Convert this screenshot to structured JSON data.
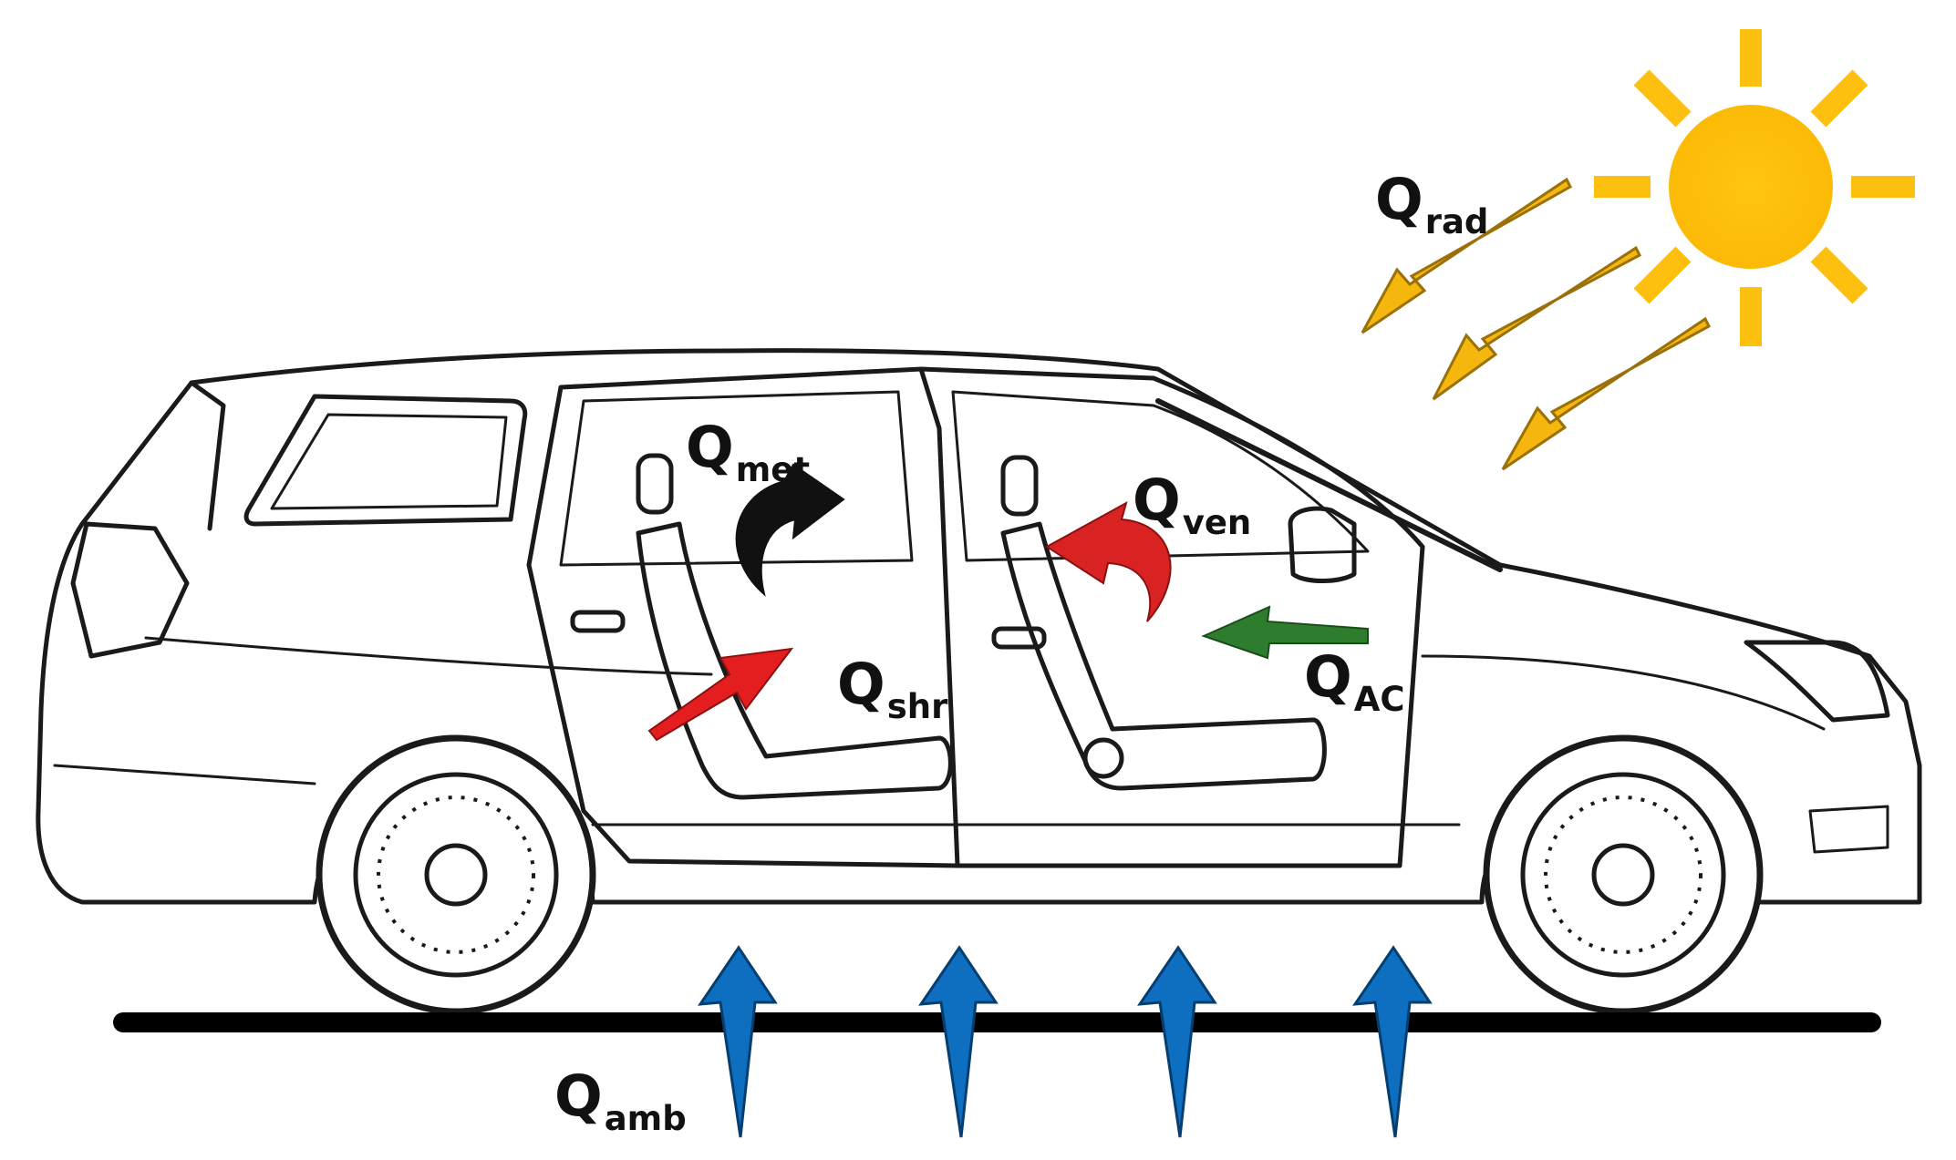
{
  "diagram": {
    "labels": {
      "rad": {
        "main": "Q",
        "sub": "rad"
      },
      "met": {
        "main": "Q",
        "sub": "met"
      },
      "ven": {
        "main": "Q",
        "sub": "ven"
      },
      "shr": {
        "main": "Q",
        "sub": "shr"
      },
      "ac": {
        "main": "Q",
        "sub": "AC"
      },
      "amb": {
        "main": "Q",
        "sub": "amb"
      }
    },
    "colors": {
      "sun": "#FDC00F",
      "radiation_arrow": "#F5B70E",
      "metabolic_arrow": "#111111",
      "ventilation_arrow": "#D92323",
      "shortwave_arrow": "#E41E1E",
      "ac_arrow": "#2E7D2E",
      "ambient_arrow": "#0E6FC0",
      "ground": "#000000",
      "car_outline": "#1A1A1A"
    },
    "icons": {
      "sun": "sun-icon",
      "car": "car-outline"
    }
  }
}
